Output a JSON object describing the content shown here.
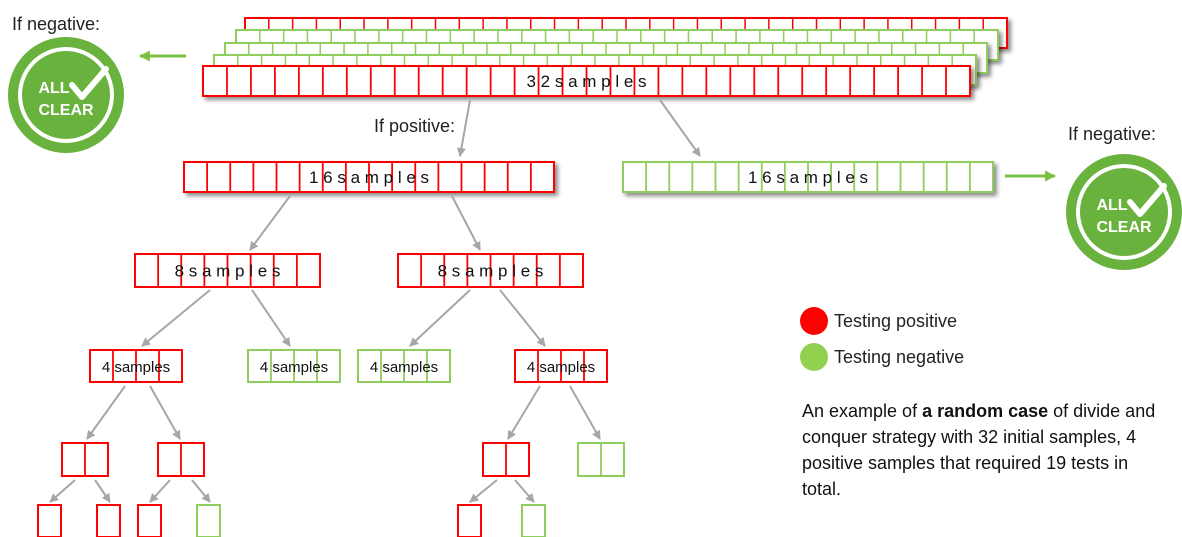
{
  "captions": {
    "negative_top_left": "If negative:",
    "positive": "If positive:",
    "negative_right": "If negative:"
  },
  "badges": [
    {
      "line1": "ALL",
      "line2": "CLEAR"
    },
    {
      "line1": "ALL",
      "line2": "CLEAR"
    }
  ],
  "groups": [
    {
      "label": "3 2  s a m p l e s",
      "cells": 32,
      "result": "positive"
    },
    {
      "label": "1 6  s a m p l e s",
      "cells": 16,
      "result": "positive"
    },
    {
      "label": "1 6  s a m p l e s",
      "cells": 16,
      "result": "negative"
    },
    {
      "label": "8  s a m p l e s",
      "cells": 8,
      "result": "positive"
    },
    {
      "label": "8  s a m p l e s",
      "cells": 8,
      "result": "positive"
    },
    {
      "label": "4 samples",
      "cells": 4,
      "result": "positive"
    },
    {
      "label": "4 samples",
      "cells": 4,
      "result": "negative"
    },
    {
      "label": "4 samples",
      "cells": 4,
      "result": "negative"
    },
    {
      "label": "4 samples",
      "cells": 4,
      "result": "positive"
    },
    {
      "label": "",
      "cells": 2,
      "result": "positive"
    },
    {
      "label": "",
      "cells": 2,
      "result": "positive"
    },
    {
      "label": "",
      "cells": 2,
      "result": "positive"
    },
    {
      "label": "",
      "cells": 2,
      "result": "negative"
    },
    {
      "label": "",
      "cells": 1,
      "result": "positive"
    },
    {
      "label": "",
      "cells": 1,
      "result": "positive"
    },
    {
      "label": "",
      "cells": 1,
      "result": "positive"
    },
    {
      "label": "",
      "cells": 1,
      "result": "negative"
    },
    {
      "label": "",
      "cells": 1,
      "result": "positive"
    },
    {
      "label": "",
      "cells": 1,
      "result": "negative"
    }
  ],
  "legend": [
    {
      "label": "Testing positive",
      "color": "#ff0000"
    },
    {
      "label": "Testing negative",
      "color": "#92d050"
    }
  ],
  "description": {
    "before": "An example of ",
    "bold": "a random case",
    "after": " of divide and conquer strategy with 32 initial samples, 4 positive samples that required 19 tests in total."
  },
  "colors": {
    "positive": "#ff0000",
    "negative": "#8fce5c",
    "arrow_gray": "#a6a6a6",
    "arrow_green": "#7cc242",
    "badge": "#6ab23e"
  }
}
